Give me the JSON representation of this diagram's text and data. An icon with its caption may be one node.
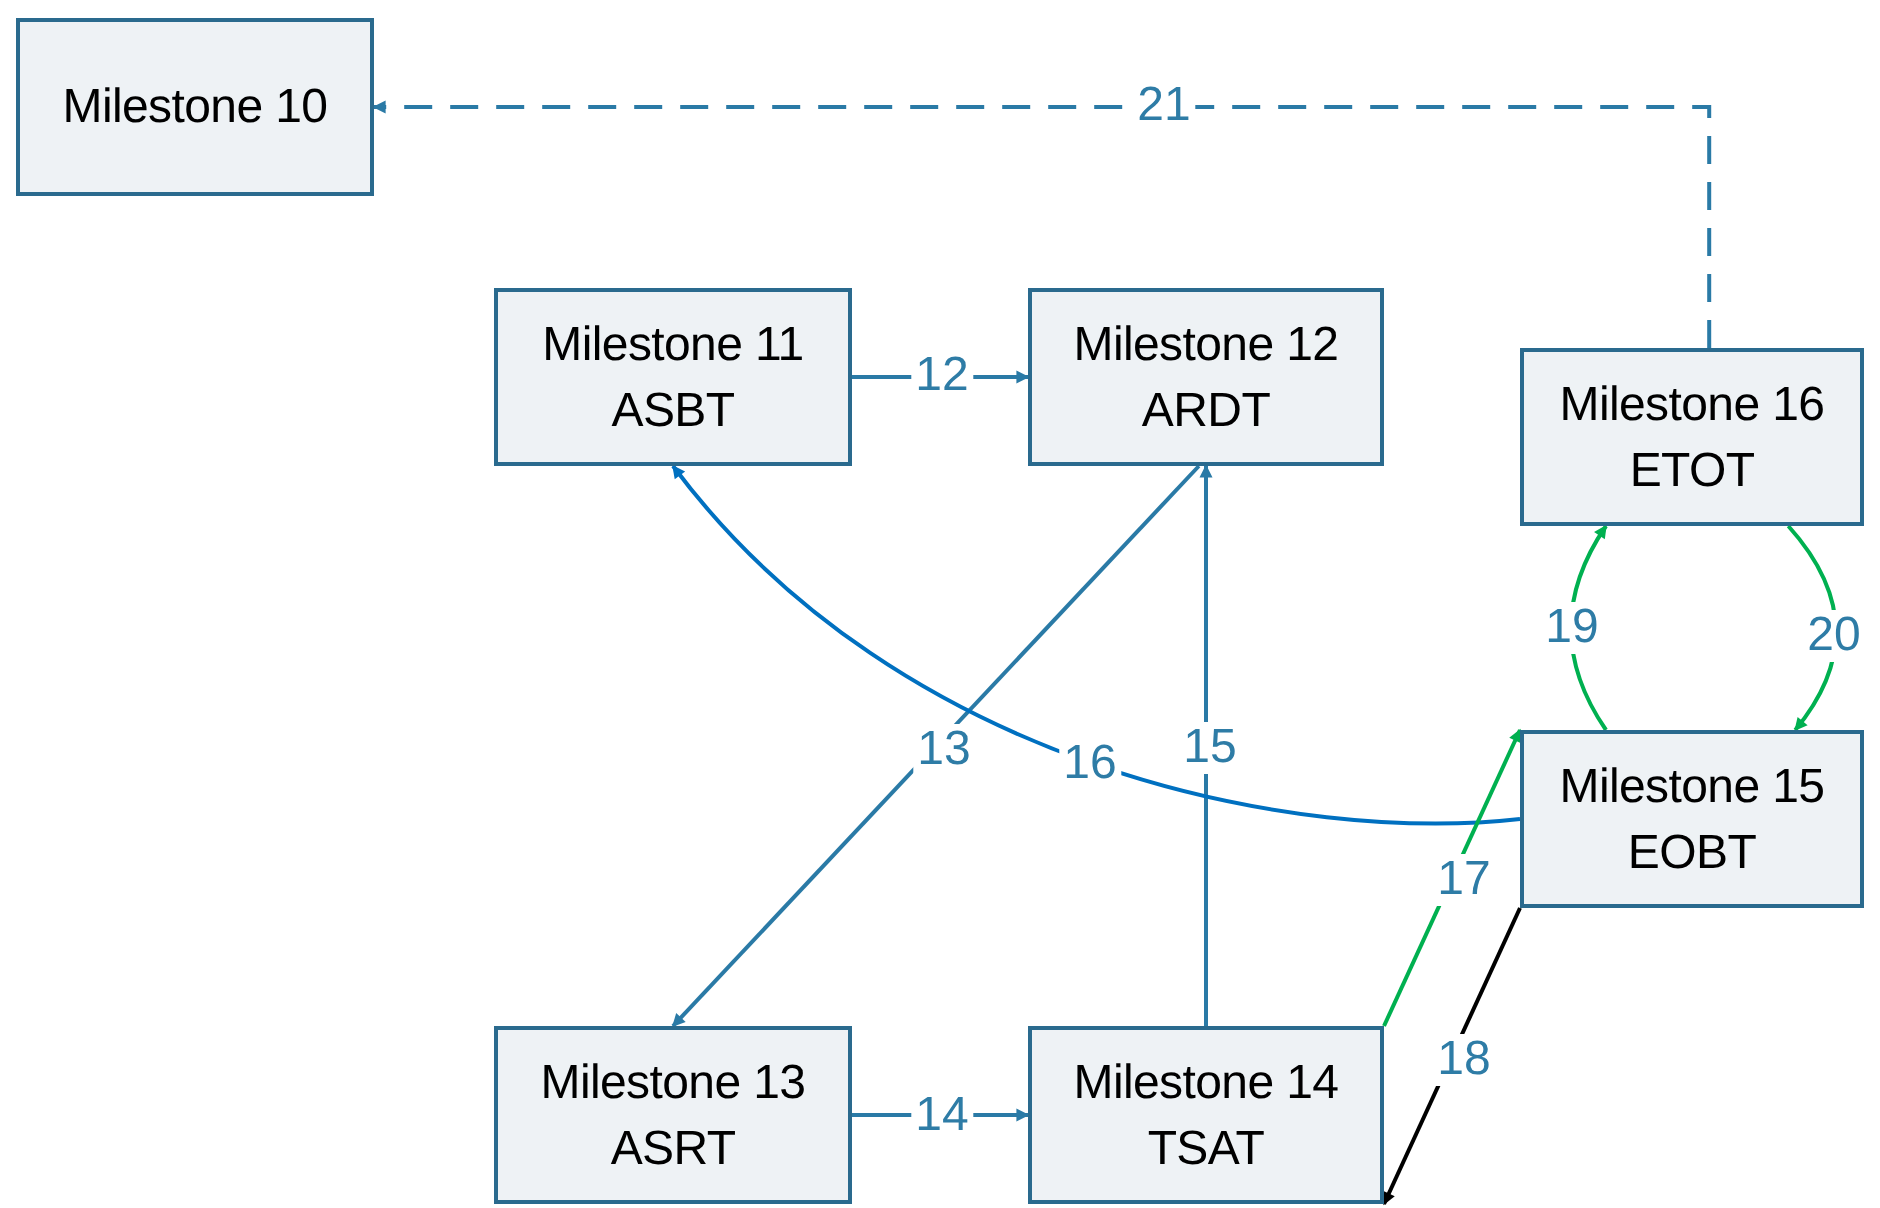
{
  "diagram": {
    "nodes": [
      {
        "text": [
          "Milestone 10"
        ]
      },
      {
        "text": [
          "Milestone 11 ASBT"
        ]
      },
      {
        "text": [
          "Milestone 12 ARDT"
        ]
      },
      {
        "text": [
          "Milestone 16 ETOT"
        ]
      },
      {
        "text": [
          "Milestone 15 EOBT"
        ]
      },
      {
        "text": [
          "Milestone 13 ASRT"
        ]
      },
      {
        "text": [
          "Milestone 14 TSAT"
        ]
      }
    ],
    "edges": [
      {
        "from": 3,
        "to": 0,
        "arrow": "to",
        "label": "21",
        "style": "dashed"
      },
      {
        "from": 1,
        "to": 2,
        "arrow": "to",
        "label": "12"
      },
      {
        "from": 2,
        "to": 5,
        "arrow": "to",
        "label": "13"
      },
      {
        "from": 6,
        "to": 2,
        "arrow": "to",
        "label": "15"
      },
      {
        "from": 4,
        "to": 1,
        "arrow": "to",
        "label": "16",
        "color": "#0070c0"
      },
      {
        "from": 4,
        "to": 3,
        "arrow": "to",
        "label": "19",
        "color": "#00b050"
      },
      {
        "from": 3,
        "to": 4,
        "arrow": "to",
        "label": "20",
        "color": "#00b050"
      },
      {
        "from": 5,
        "to": 6,
        "arrow": "to",
        "label": "14"
      },
      {
        "from": 6,
        "to": 4,
        "arrow": "to",
        "label": "17",
        "color": "#00b050"
      },
      {
        "from": 4,
        "to": 6,
        "arrow": "to",
        "label": "18",
        "color": "#000000"
      }
    ]
  }
}
